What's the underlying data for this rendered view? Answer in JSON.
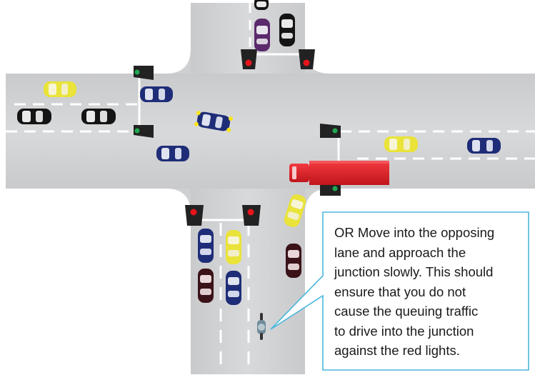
{
  "callout": {
    "lines": [
      "OR Move into the opposing",
      "lane and approach the",
      "junction slowly. This should",
      "ensure that you do not",
      "cause the queuing traffic",
      "to drive into the junction",
      "against the red lights."
    ]
  },
  "colors": {
    "road": "#cfd0d2",
    "lane_marking": "#ffffff",
    "callout_border": "#49b7dd",
    "red_light": "#e8141b",
    "green_light": "#1fa84f",
    "truck": "#e0232a"
  },
  "signals": {
    "north_left": "red",
    "north_right": "red",
    "west_top": "green",
    "west_bottom": "green",
    "east_top": "green",
    "east_bottom": "green",
    "south_left": "red",
    "south_right": "red"
  },
  "vehicles": {
    "yellow": "#e9e33a",
    "blue": "#1f2d78",
    "black": "#141414",
    "maroon": "#3a1218",
    "purple": "#5a2a6c",
    "motorcycle": "#9aa8b0"
  }
}
